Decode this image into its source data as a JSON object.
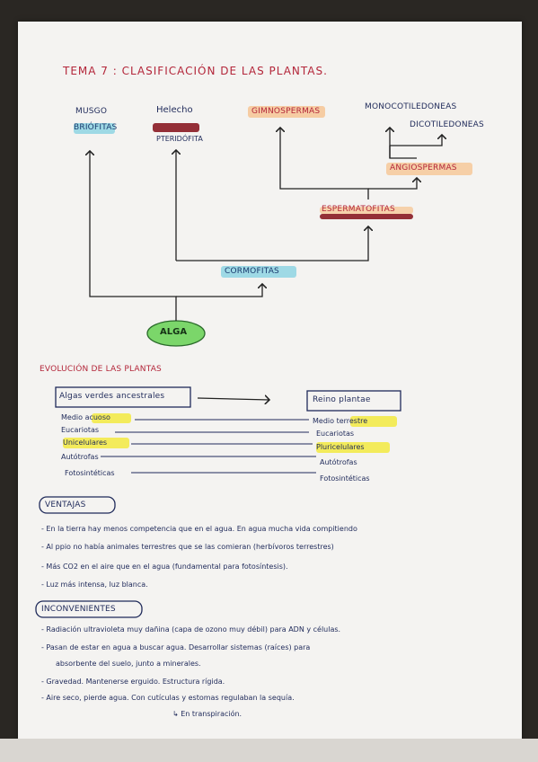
{
  "tree": {
    "title": "TEMA 7 : CLASIFICACIÓN DE LAS PLANTAS.",
    "musgo": "MUSGO",
    "musgo_sub": "BRIÓFITAS",
    "helecho": "Helecho",
    "helecho_sub": "PTERIDÓFITA",
    "gimnospermas": "GIMNOSPERMAS",
    "monocotiledoneas": "MONOCOTILEDONEAS",
    "dicotiledoneas": "DICOTILEDONEAS",
    "angiospermas": "ANGIOSPERMAS",
    "espermatofitas": "ESPERMATOFITAS",
    "cormofitas": "CORMOFITAS",
    "alga": "ALGA"
  },
  "evolucion": {
    "heading": "EVOLUCIÓN DE LAS PLANTAS",
    "left_box": "Algas verdes ancestrales",
    "right_box": "Reino plantae",
    "left": [
      "Medio acuoso",
      "Eucariotas",
      "Unicelulares",
      "Autótrofas",
      "Fotosintéticas"
    ],
    "right": [
      "Medio terrestre",
      "Eucariotas",
      "Pluricelulares",
      "Autótrofas",
      "Fotosintéticas"
    ]
  },
  "ventajas": {
    "heading": "VENTAJAS",
    "items": [
      "- En la tierra hay menos competencia que en el agua. En agua mucha vida compitiendo",
      "- Al ppio no había animales terrestres que se las comieran (herbívoros terrestres)",
      "- Más CO2 en el aire que en el agua (fundamental para fotosíntesis).",
      "- Luz más intensa, luz blanca."
    ]
  },
  "inconvenientes": {
    "heading": "INCONVENIENTES",
    "items": [
      "- Radiación ultravioleta muy dañina (capa de ozono muy débil) para ADN y células.",
      "- Pasan de estar en agua a buscar agua. Desarrollar sistemas (raíces) para",
      "absorbente del suelo, junto a minerales.",
      "- Gravedad. Mantenerse erguido. Estructura rígida.",
      "- Aire seco, pierde agua. Con cutículas y estomas regulaban la sequía.",
      "↳ En transpiración."
    ]
  },
  "colors": {
    "red_ink": "#b3263a",
    "blue_ink": "#1f2a5a",
    "highlight_blue": "#8ed3e3",
    "highlight_orange": "#f6c89a",
    "highlight_yellow": "#f3ea4a",
    "highlight_darkred": "#8a1a22",
    "alga_green": "#7bd66a"
  }
}
